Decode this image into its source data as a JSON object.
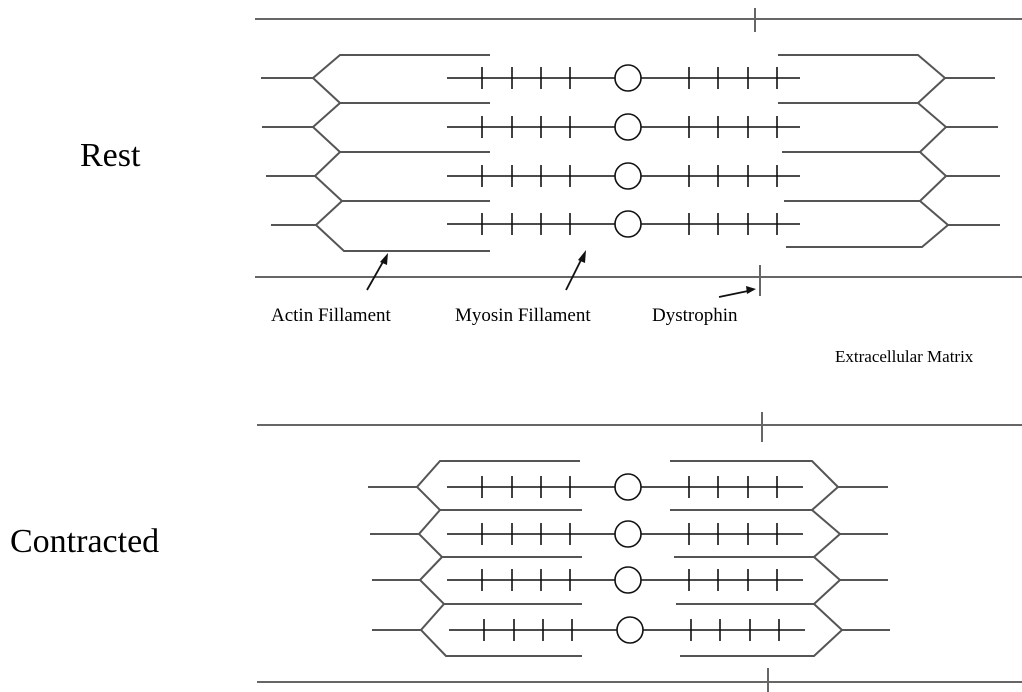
{
  "labels": {
    "rest": "Rest",
    "contracted": "Contracted",
    "actin": "Actin Fillament",
    "myosin": "Myosin Fillament",
    "dystrophin": "Dystrophin",
    "ecm": "Extracellular Matrix"
  }
}
